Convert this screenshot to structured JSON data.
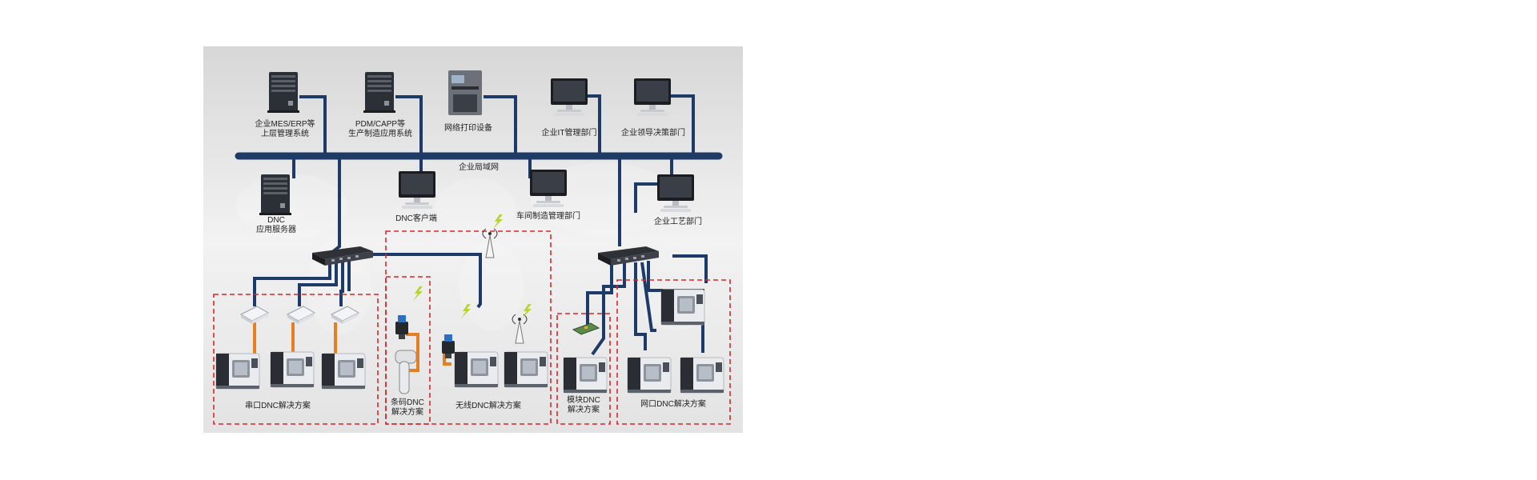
{
  "nodes": {
    "mes_erp": {
      "line1": "企业MES/ERP等",
      "line2": "上层管理系统",
      "icon": "tower-server-icon"
    },
    "pdm_capp": {
      "line1": "PDM/CAPP等",
      "line2": "生产制造应用系统",
      "icon": "tower-server-icon"
    },
    "printer": {
      "label": "网络打印设备",
      "icon": "printer-icon"
    },
    "it_dept": {
      "label": "企业IT管理部门",
      "icon": "monitor-icon"
    },
    "leadership": {
      "label": "企业领导决策部门",
      "icon": "monitor-icon"
    },
    "lan": {
      "label": "企业局域网"
    },
    "dnc_server": {
      "line1": "DNC",
      "line2": "应用服务器",
      "icon": "tower-server-icon"
    },
    "dnc_client": {
      "label": "DNC客户端",
      "icon": "monitor-icon"
    },
    "workshop": {
      "label": "车间制造管理部门",
      "icon": "monitor-icon"
    },
    "process_dept": {
      "label": "企业工艺部门",
      "icon": "monitor-icon"
    }
  },
  "solutions": {
    "serial": {
      "label": "串口DNC解决方案"
    },
    "barcode": {
      "line1": "条码DNC",
      "line2": "解决方案"
    },
    "wireless": {
      "label": "无线DNC解决方案"
    },
    "module": {
      "line1": "模块DNC",
      "line2": "解决方案"
    },
    "network": {
      "label": "网口DNC解决方案"
    }
  },
  "colors": {
    "bus": "#1e3a66",
    "serial_cable": "#e67e22",
    "dashed_box": "#d9262a",
    "background": "#e6e6e6"
  }
}
